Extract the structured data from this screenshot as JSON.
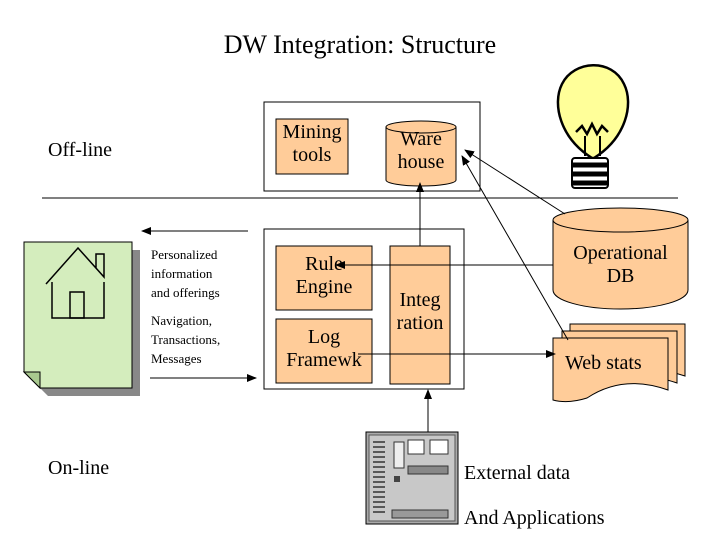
{
  "title": "DW Integration: Structure",
  "zones": {
    "offline": "Off-line",
    "online": "On-line"
  },
  "boxes": {
    "mining_tools": [
      "Mining",
      "tools"
    ],
    "warehouse": [
      "Ware",
      "house"
    ],
    "rule_engine": [
      "Rule",
      "Engine"
    ],
    "log_framework": [
      "Log",
      "Framewk"
    ],
    "integration": [
      "Integ",
      "ration"
    ],
    "operational_db": [
      "Operational",
      "DB"
    ],
    "web_stats": "Web stats"
  },
  "arrow_labels": {
    "outgoing": [
      "Personalized",
      "information",
      "and offerings"
    ],
    "incoming": [
      "Navigation,",
      "Transactions,",
      "Messages"
    ]
  },
  "external": {
    "line1": "External data",
    "line2": "And Applications"
  },
  "icons": [
    "house-page-icon",
    "lightbulb-icon",
    "server-icon",
    "database-icon",
    "document-stack-icon"
  ],
  "colors": {
    "box_fill": "#ffcc99",
    "page_fill": "#d4edbd",
    "db_fill": "#ffcc99"
  }
}
